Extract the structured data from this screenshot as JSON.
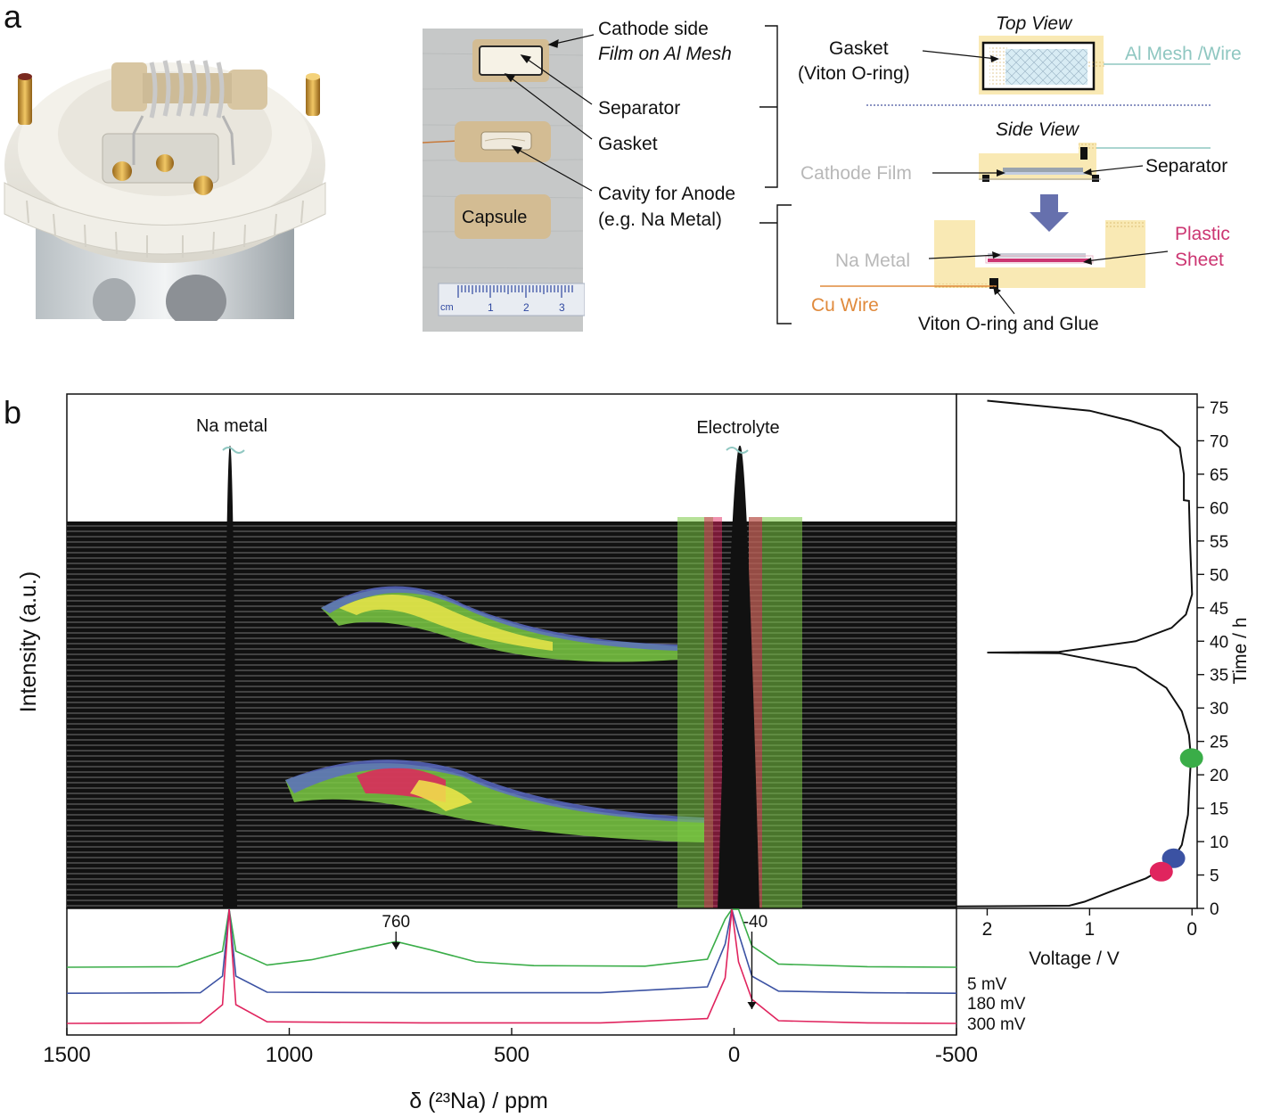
{
  "panels": {
    "a": "a",
    "b": "b"
  },
  "photos": {
    "capsule_label": "Capsule",
    "ruler_unit": "cm",
    "ruler_ticks": [
      "1",
      "2",
      "3"
    ]
  },
  "callouts": {
    "cathode_side": "Cathode side",
    "film_on_al_mesh": "Film on Al Mesh",
    "separator": "Separator",
    "gasket": "Gasket",
    "cavity_for_anode": "Cavity for Anode",
    "eg_na_metal": "(e.g. Na Metal)"
  },
  "schematic": {
    "top_view": "Top View",
    "side_view": "Side View",
    "gasket": "Gasket",
    "viton_oring": "(Viton O-ring)",
    "al_mesh_wire": "Al Mesh /Wire",
    "cathode_film": "Cathode Film",
    "separator": "Separator",
    "na_metal": "Na Metal",
    "plastic": "Plastic",
    "sheet": "Sheet",
    "cu_wire": "Cu Wire",
    "viton_oring_glue": "Viton O-ring and Glue"
  },
  "colors": {
    "gasket_fill": "#f9e9b4",
    "mesh_fill": "#d8ecf4",
    "teal": "#8fc7c1",
    "copper": "#e08a3c",
    "plastic": "#cc3672",
    "arrow_blue": "#6670ad",
    "series_5mV": "#3aad48",
    "series_180mV": "#3b52a3",
    "series_300mV": "#e0245e",
    "marker_green": "#3aad48",
    "marker_blue": "#3b52a3",
    "marker_red": "#e0245e"
  },
  "nmr": {
    "peak_labels": {
      "na_metal": "Na metal",
      "electrolyte": "Electrolyte"
    },
    "ylabel": "Intensity (a.u.)"
  },
  "chart_data": [
    {
      "type": "line",
      "title": "",
      "xlabel": "δ (²³Na) / ppm",
      "ylabel": "",
      "xlim": [
        1500,
        -500
      ],
      "x_ticks": [
        "1500",
        "1000",
        "500",
        "0",
        "-500"
      ],
      "annotations": [
        {
          "text": "760",
          "x": 760
        },
        {
          "text": "-40",
          "x": -40
        }
      ],
      "series": [
        {
          "name": "5 mV",
          "points": [
            [
              1500,
              0.3
            ],
            [
              1250,
              0.31
            ],
            [
              1150,
              0.6
            ],
            [
              1135,
              3.0
            ],
            [
              1120,
              0.6
            ],
            [
              1050,
              0.34
            ],
            [
              950,
              0.44
            ],
            [
              850,
              0.62
            ],
            [
              760,
              0.78
            ],
            [
              680,
              0.62
            ],
            [
              580,
              0.4
            ],
            [
              450,
              0.33
            ],
            [
              200,
              0.32
            ],
            [
              60,
              0.45
            ],
            [
              20,
              1.2
            ],
            [
              5,
              3.0
            ],
            [
              -10,
              1.5
            ],
            [
              -40,
              0.7
            ],
            [
              -100,
              0.36
            ],
            [
              -300,
              0.31
            ],
            [
              -500,
              0.3
            ]
          ]
        },
        {
          "name": "180 mV",
          "points": [
            [
              1500,
              0.18
            ],
            [
              1200,
              0.19
            ],
            [
              1150,
              0.5
            ],
            [
              1135,
              3.0
            ],
            [
              1120,
              0.5
            ],
            [
              1050,
              0.2
            ],
            [
              700,
              0.19
            ],
            [
              300,
              0.19
            ],
            [
              60,
              0.3
            ],
            [
              20,
              1.1
            ],
            [
              5,
              3.0
            ],
            [
              -10,
              1.3
            ],
            [
              -40,
              0.5
            ],
            [
              -100,
              0.22
            ],
            [
              -300,
              0.19
            ],
            [
              -500,
              0.18
            ]
          ]
        },
        {
          "name": "300 mV",
          "points": [
            [
              1500,
              0.05
            ],
            [
              1200,
              0.06
            ],
            [
              1150,
              0.4
            ],
            [
              1135,
              3.0
            ],
            [
              1120,
              0.4
            ],
            [
              1050,
              0.08
            ],
            [
              700,
              0.06
            ],
            [
              300,
              0.06
            ],
            [
              60,
              0.14
            ],
            [
              20,
              0.9
            ],
            [
              5,
              3.0
            ],
            [
              -10,
              1.2
            ],
            [
              -40,
              0.5
            ],
            [
              -100,
              0.1
            ],
            [
              -300,
              0.06
            ],
            [
              -500,
              0.05
            ]
          ]
        }
      ]
    },
    {
      "type": "line",
      "title": "",
      "xlabel": "Voltage / V",
      "ylabel": "Time / h",
      "xlim": [
        2.3,
        -0.05
      ],
      "ylim": [
        0,
        77
      ],
      "x_ticks": [
        "2",
        "1",
        "0"
      ],
      "y_ticks": [
        "0",
        "5",
        "10",
        "15",
        "20",
        "25",
        "30",
        "35",
        "40",
        "45",
        "50",
        "55",
        "60",
        "65",
        "70",
        "75"
      ],
      "series": [
        {
          "name": "",
          "points": [
            [
              2.3,
              0.3
            ],
            [
              1.2,
              0.4
            ],
            [
              1.05,
              1.0
            ],
            [
              0.8,
              2.5
            ],
            [
              0.45,
              4.5
            ],
            [
              0.3,
              5.8
            ],
            [
              0.2,
              7.0
            ],
            [
              0.1,
              9.5
            ],
            [
              0.04,
              14.0
            ],
            [
              0.02,
              20.0
            ],
            [
              0.01,
              22.5
            ],
            [
              0.03,
              26.0
            ],
            [
              0.1,
              29.5
            ],
            [
              0.25,
              33.0
            ],
            [
              0.55,
              36.0
            ],
            [
              1.3,
              38.2
            ],
            [
              2.0,
              38.3
            ],
            [
              1.3,
              38.4
            ],
            [
              0.55,
              40.0
            ],
            [
              0.2,
              42.0
            ],
            [
              0.06,
              44.0
            ],
            [
              0.0,
              47.0
            ],
            [
              0.02,
              55.0
            ],
            [
              0.03,
              61.0
            ],
            [
              0.08,
              61.1
            ],
            [
              0.08,
              65.0
            ],
            [
              0.12,
              69.0
            ],
            [
              0.3,
              71.5
            ],
            [
              0.6,
              73.0
            ],
            [
              1.0,
              74.5
            ],
            [
              2.0,
              76.0
            ]
          ]
        }
      ],
      "markers": [
        {
          "color": "green",
          "voltage": 0.005,
          "time": 22.5
        },
        {
          "color": "blue",
          "voltage": 0.18,
          "time": 7.5
        },
        {
          "color": "red",
          "voltage": 0.3,
          "time": 5.5
        }
      ]
    }
  ]
}
